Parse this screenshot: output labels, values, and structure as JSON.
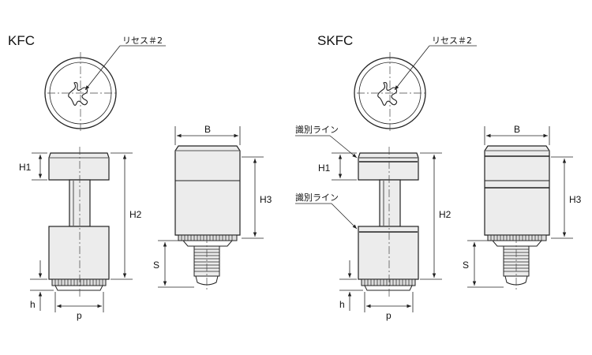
{
  "colors": {
    "line": "#222222",
    "fill_light": "#ececec",
    "fill_dark": "#dcdcdc",
    "background": "#ffffff"
  },
  "left": {
    "title": "KFC",
    "recess_label": "リセス＃2",
    "dims": {
      "h1": "H1",
      "h2": "H2",
      "h3": "H3",
      "b": "B",
      "s": "S",
      "h": "h",
      "p": "p"
    }
  },
  "right": {
    "title": "SKFC",
    "recess_label": "リセス＃2",
    "id_line_top": "識別ライン",
    "id_line_mid": "識別ライン",
    "dims": {
      "h1": "H1",
      "h2": "H2",
      "h3": "H3",
      "b": "B",
      "s": "S",
      "h": "h",
      "p": "p"
    }
  }
}
